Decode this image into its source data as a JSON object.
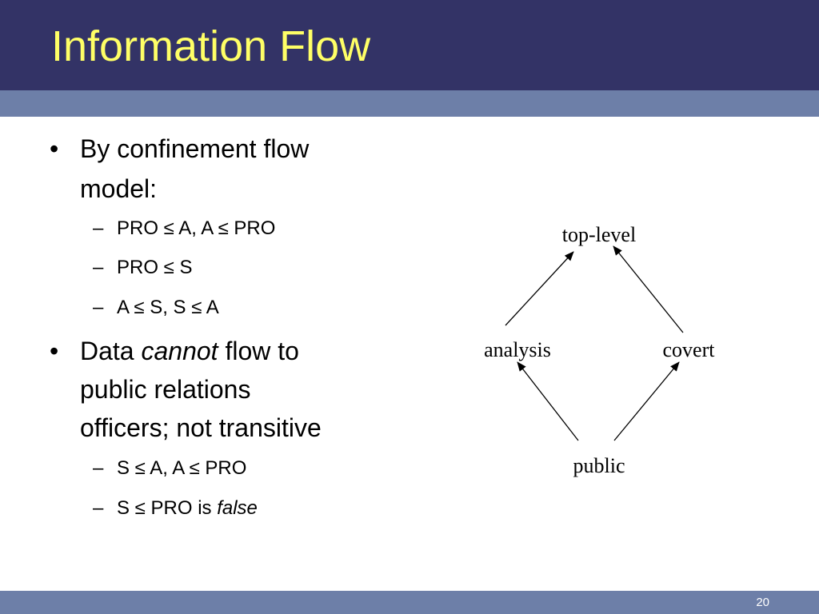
{
  "slide": {
    "title": "Information Flow",
    "slide_number": "20"
  },
  "body": {
    "bullet_glyph": "•",
    "dash_glyph": "–",
    "bullet1": {
      "line1": "By confinement flow",
      "line2": "model:",
      "subitems": [
        "PRO ≤ A, A ≤ PRO",
        "PRO ≤ S",
        "A ≤ S, S ≤ A"
      ]
    },
    "bullet2": {
      "text_before": "Data ",
      "emphasis": "cannot",
      "text_after": " flow to",
      "line2": "public relations",
      "line3": "officers; not transitive",
      "subitem1": "S ≤ A, A ≤ PRO",
      "subitem2_before": "S ≤ PRO is ",
      "subitem2_emphasis": "false"
    }
  },
  "diagram": {
    "nodes": {
      "top": "top-level",
      "left": "analysis",
      "right": "covert",
      "bottom": "public"
    },
    "edges": [
      {
        "from": "bottom",
        "to": "left"
      },
      {
        "from": "bottom",
        "to": "right"
      },
      {
        "from": "left",
        "to": "top"
      },
      {
        "from": "right",
        "to": "top"
      }
    ]
  },
  "colors": {
    "title_bar": "#333366",
    "title_text": "#ffff66",
    "accent_stripe": "#6d7fa8",
    "text": "#000000"
  }
}
